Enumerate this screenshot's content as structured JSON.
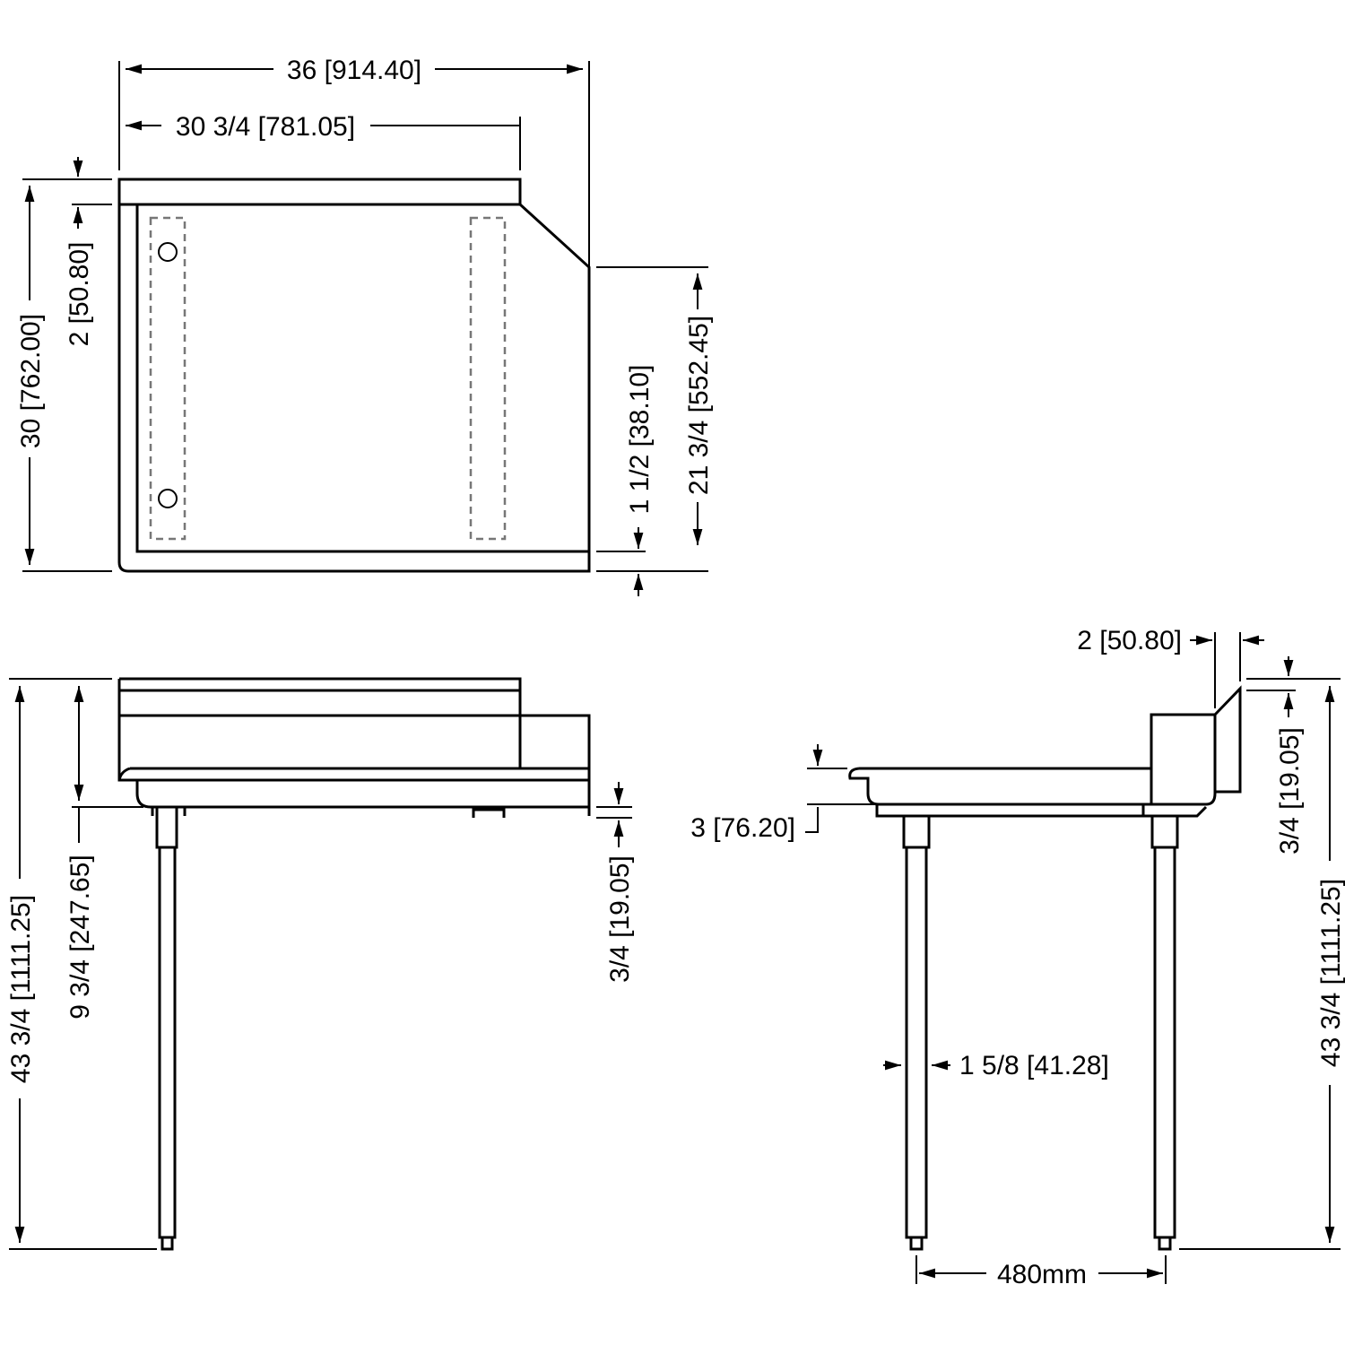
{
  "top_view": {
    "overall_width": "36 [914.40]",
    "top_width": "30 3/4 [781.05]",
    "overall_depth": "30 [762.00]",
    "backsplash_depth": "2 [50.80]",
    "front_lip": "1 1/2 [38.10]",
    "tray_depth": "21 3/4 [552.45]"
  },
  "front_view": {
    "overall_height": "43 3/4 [1111.25]",
    "top_height": "9 3/4 [247.65]",
    "frame_height": "3/4 [19.05]"
  },
  "side_view": {
    "splash_offset": "2 [50.80]",
    "bowl_depth": "3 [76.20]",
    "splash_top": "3/4 [19.05]",
    "overall_height": "43 3/4 [1111.25]",
    "leg_diameter": "1 5/8 [41.28]",
    "leg_spacing": "480mm"
  },
  "colors": {
    "line": "#000000",
    "hidden_line": "#777777",
    "background": "#ffffff"
  }
}
